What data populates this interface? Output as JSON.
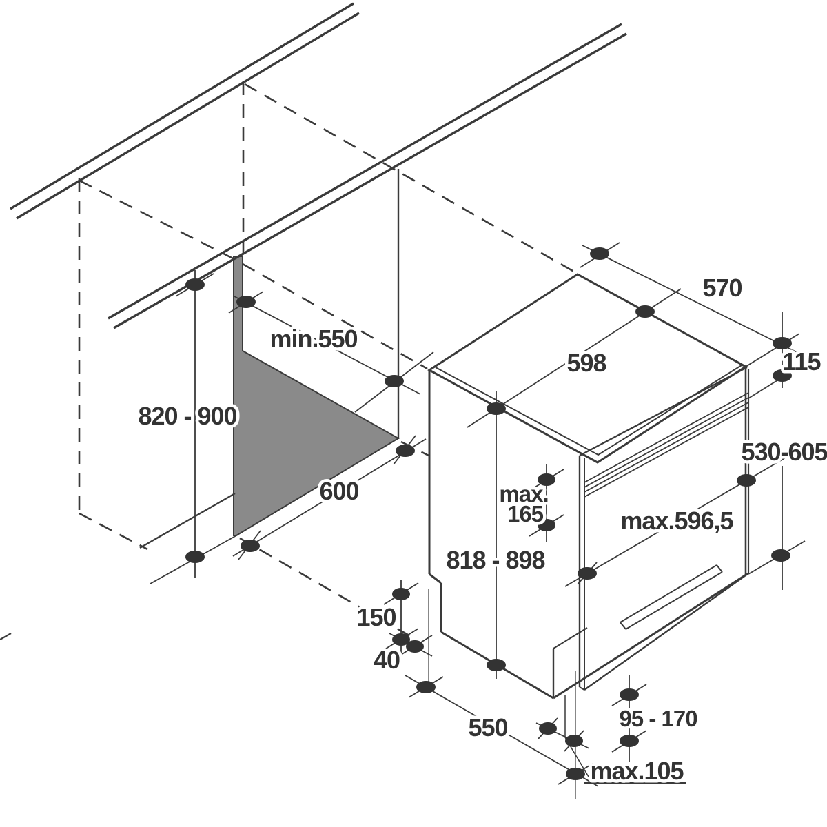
{
  "diagram": {
    "title": "dishwasher-niche-installation-dimensions",
    "units": "mm",
    "colors": {
      "line": "#3a3a3a",
      "shade": "#8a8a8a",
      "text": "#333333",
      "background": "#ffffff"
    },
    "niche": {
      "depth_min": "min.550",
      "height_range": "820 - 900",
      "width": "600"
    },
    "appliance": {
      "depth": "570",
      "width": "598",
      "control_panel_height": "115",
      "door_height_range": "530-605",
      "panel_max_line1": "max.",
      "panel_max_line2": "165",
      "door_width_max": "max.596,5",
      "height_range": "818 - 898"
    },
    "base": {
      "plinth_notch_height": "150",
      "plinth_notch_depth": "40",
      "floor_depth": "550",
      "plinth_height_range": "95 - 170",
      "plinth_recess_max": "max.105"
    }
  }
}
